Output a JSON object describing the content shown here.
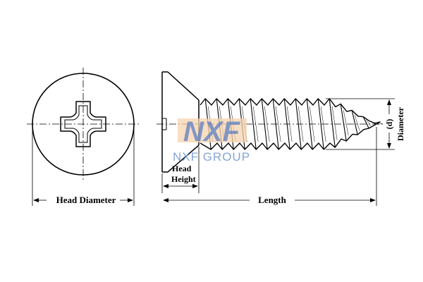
{
  "labels": {
    "head_diameter": "Head Diameter",
    "length": "Length",
    "head_height_line1": "Head",
    "head_height_line2": "Height",
    "d_symbol": "(d)",
    "diameter": "Diameter"
  },
  "watermark": {
    "logo_text": "NXF",
    "group_text": "NXF GROUP",
    "logo_color": "#5b7fc4",
    "box_color": "#f6d3ad",
    "group_color": "#6f95d2"
  },
  "colors": {
    "line": "#000000",
    "background": "#ffffff"
  }
}
